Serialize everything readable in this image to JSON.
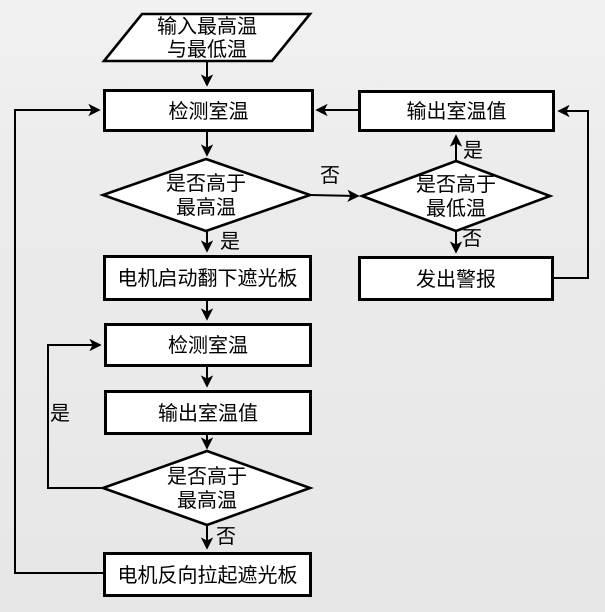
{
  "diagram": {
    "title": "temperature-shade-control-flowchart",
    "colors": {
      "background": "#ebebeb",
      "node_fill": "#ffffff",
      "line": "#000000",
      "text": "#000000"
    },
    "nodes": {
      "input": {
        "label": "输入最高温\n与最低温"
      },
      "detect1": {
        "label": "检测室温"
      },
      "output1": {
        "label": "输出室温值"
      },
      "decision1": {
        "label": "是否高于\n最高温"
      },
      "decision2": {
        "label": "是否高于\n最低温"
      },
      "motor_down": {
        "label": "电机启动翻下遮光板"
      },
      "alarm": {
        "label": "发出警报"
      },
      "detect2": {
        "label": "检测室温"
      },
      "output2": {
        "label": "输出室温值"
      },
      "decision3": {
        "label": "是否高于\n最高温"
      },
      "motor_up": {
        "label": "电机反向拉起遮光板"
      }
    },
    "edge_labels": {
      "decision1_yes": "是",
      "decision1_no": "否",
      "decision2_yes": "是",
      "decision2_no": "否",
      "decision3_yes": "是",
      "decision3_no": "否"
    }
  }
}
